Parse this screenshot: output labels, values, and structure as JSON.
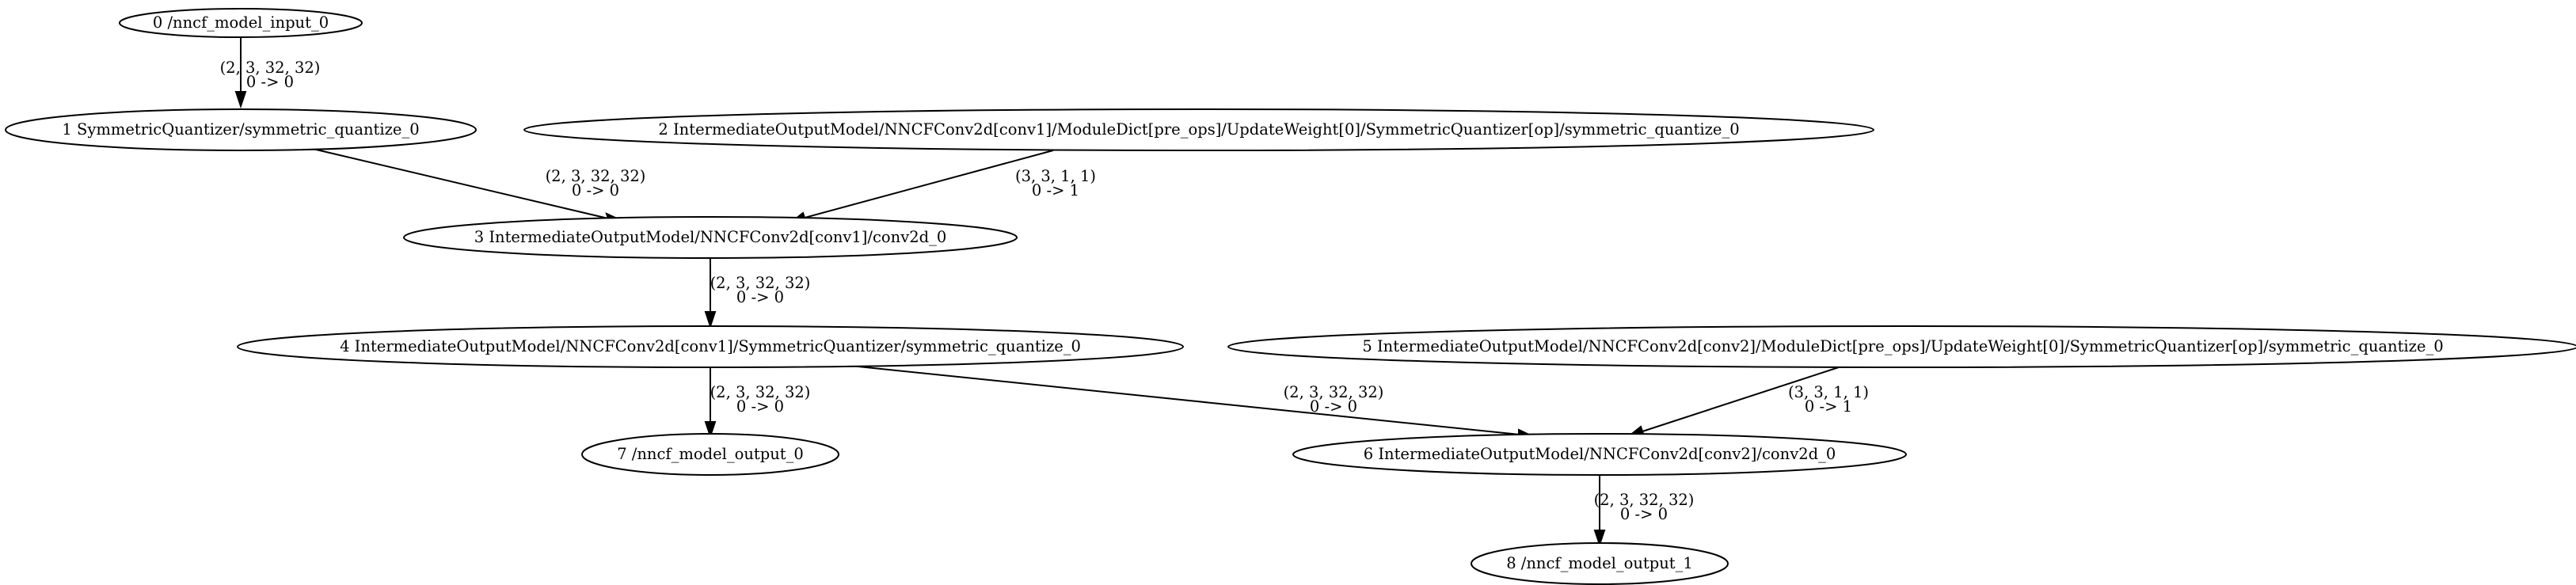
{
  "nodes": [
    {
      "id": "n0",
      "label": "0 /nncf_model_input_0"
    },
    {
      "id": "n1",
      "label": "1 SymmetricQuantizer/symmetric_quantize_0"
    },
    {
      "id": "n2",
      "label": "2 IntermediateOutputModel/NNCFConv2d[conv1]/ModuleDict[pre_ops]/UpdateWeight[0]/SymmetricQuantizer[op]/symmetric_quantize_0"
    },
    {
      "id": "n3",
      "label": "3 IntermediateOutputModel/NNCFConv2d[conv1]/conv2d_0"
    },
    {
      "id": "n4",
      "label": "4 IntermediateOutputModel/NNCFConv2d[conv1]/SymmetricQuantizer/symmetric_quantize_0"
    },
    {
      "id": "n5",
      "label": "5 IntermediateOutputModel/NNCFConv2d[conv2]/ModuleDict[pre_ops]/UpdateWeight[0]/SymmetricQuantizer[op]/symmetric_quantize_0"
    },
    {
      "id": "n6",
      "label": "6 IntermediateOutputModel/NNCFConv2d[conv2]/conv2d_0"
    },
    {
      "id": "n7",
      "label": "7 /nncf_model_output_0"
    },
    {
      "id": "n8",
      "label": "8 /nncf_model_output_1"
    }
  ],
  "edges": [
    {
      "from": "n0",
      "to": "n1",
      "shape": "(2, 3, 32, 32)",
      "ports": "0 -> 0"
    },
    {
      "from": "n1",
      "to": "n3",
      "shape": "(2, 3, 32, 32)",
      "ports": "0 -> 0"
    },
    {
      "from": "n2",
      "to": "n3",
      "shape": "(3, 3, 1, 1)",
      "ports": "0 -> 1"
    },
    {
      "from": "n3",
      "to": "n4",
      "shape": "(2, 3, 32, 32)",
      "ports": "0 -> 0"
    },
    {
      "from": "n4",
      "to": "n7",
      "shape": "(2, 3, 32, 32)",
      "ports": "0 -> 0"
    },
    {
      "from": "n4",
      "to": "n6",
      "shape": "(2, 3, 32, 32)",
      "ports": "0 -> 0"
    },
    {
      "from": "n5",
      "to": "n6",
      "shape": "(3, 3, 1, 1)",
      "ports": "0 -> 1"
    },
    {
      "from": "n6",
      "to": "n8",
      "shape": "(2, 3, 32, 32)",
      "ports": "0 -> 0"
    }
  ]
}
